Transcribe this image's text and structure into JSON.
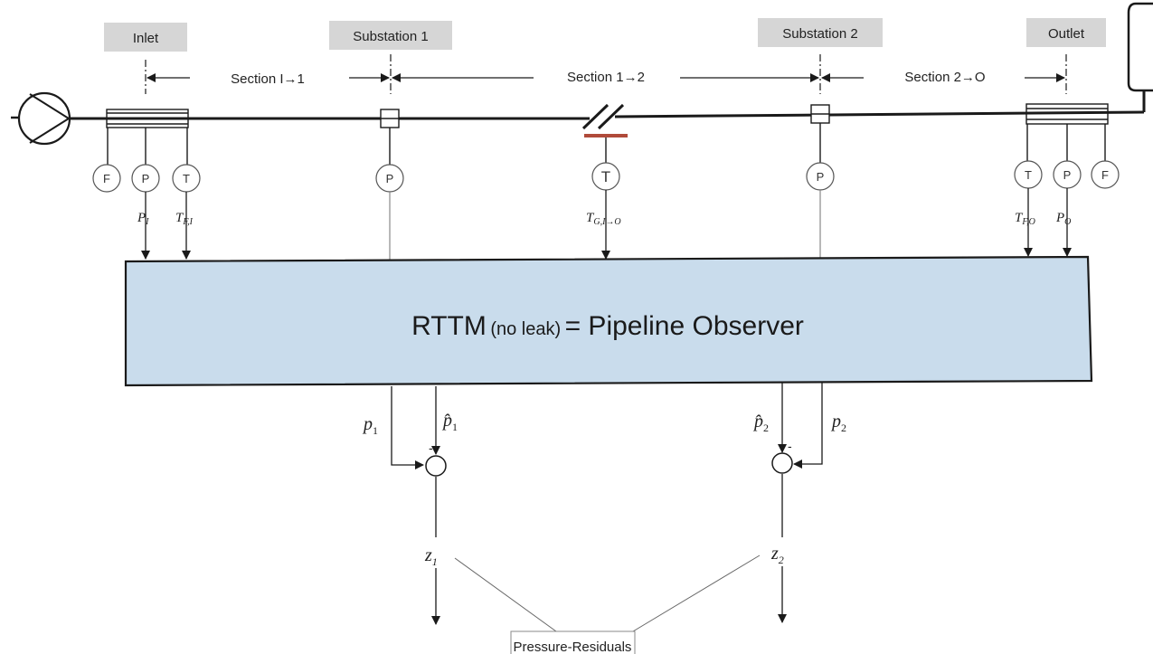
{
  "stations": {
    "inlet": "Inlet",
    "substation1": "Substation 1",
    "substation2": "Substation 2",
    "outlet": "Outlet"
  },
  "sections": {
    "s1": "Section I→1",
    "s2": "Section 1→2",
    "s3": "Section 2→O"
  },
  "instruments": {
    "inlet_f": "F",
    "inlet_p": "P",
    "inlet_t": "T",
    "sub1_p": "P",
    "mid_t": "T",
    "sub2_p": "P",
    "outlet_t": "T",
    "outlet_p": "P",
    "outlet_f": "F"
  },
  "signals": {
    "p_inlet_base": "P",
    "p_inlet_sub": "I",
    "t_inlet_base": "T",
    "t_inlet_sub": "F,I",
    "t_mid_base": "T",
    "t_mid_sub": "G,I→O",
    "t_outlet_base": "T",
    "t_outlet_sub": "F,O",
    "p_outlet_base": "P",
    "p_outlet_sub": "O"
  },
  "observer": {
    "label_main": "RTTM",
    "label_small": "(no leak)",
    "label_rest": "= Pipeline Observer"
  },
  "residual_inputs": {
    "p1_base": "p",
    "p1_sub": "1",
    "p1hat_base": "p̂",
    "p1hat_sub": "1",
    "p2hat_base": "p̂",
    "p2hat_sub": "2",
    "p2_base": "p",
    "p2_sub": "2",
    "minus": "-"
  },
  "residuals": {
    "z1_base": "z",
    "z1_sub": "1",
    "z2_base": "z",
    "z2_sub": "2",
    "caption": "Pressure-Residuals"
  },
  "colors": {
    "observer_fill": "#c9dcec",
    "tag_fill": "#d6d6d6",
    "leak_mark": "#b04a3a",
    "line": "#1a1a1a"
  }
}
